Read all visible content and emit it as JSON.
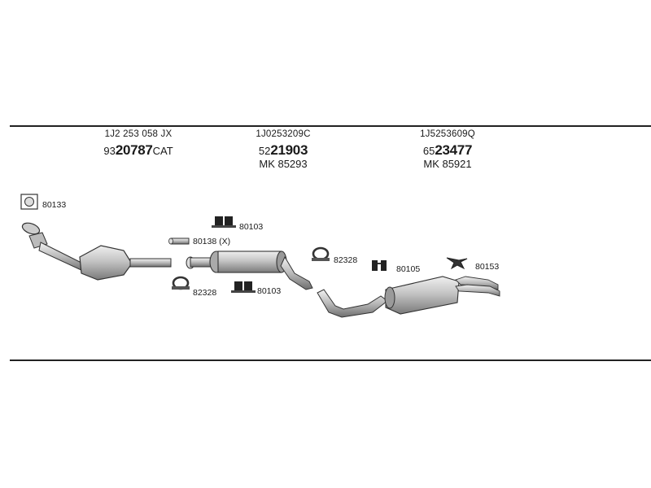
{
  "columns": [
    {
      "oem": "1J2 253 058 JX",
      "prefix": "93",
      "number": "20787",
      "suffix": "CAT",
      "mk": ""
    },
    {
      "oem": "1J0253209C",
      "prefix": "52",
      "number": "21903",
      "suffix": "",
      "mk": "MK  85293"
    },
    {
      "oem": "1J5253609Q",
      "prefix": "65",
      "number": "23477",
      "suffix": "",
      "mk": "MK  85921"
    }
  ],
  "parts": {
    "gasket": "80133",
    "sleeve": "80138 (X)",
    "mount_1": "80103",
    "mount_2": "80103",
    "clamp_1": "82328",
    "clamp_2": "82328",
    "mount_3": "80105",
    "bracket": "80153"
  }
}
